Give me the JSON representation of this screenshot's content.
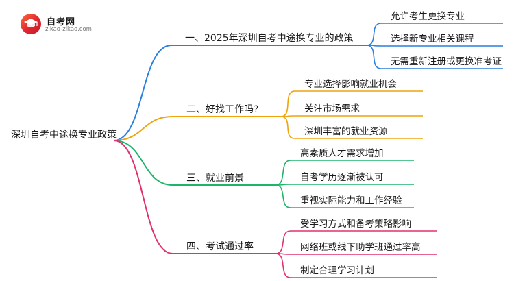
{
  "logo": {
    "name": "自考网",
    "url": "zikao-zikao.com"
  },
  "mindmap": {
    "root": "深圳自考中途换专业政策",
    "branches": [
      {
        "label": "一、2025年深圳自考中途换专业的政策",
        "color": "#2a7fdf",
        "leaves": [
          "允许考生更换专业",
          "选择新专业相关课程",
          "无需重新注册或更换准考证"
        ]
      },
      {
        "label": "二、好找工作吗?",
        "color": "#f0a30a",
        "leaves": [
          "专业选择影响就业机会",
          "关注市场需求",
          "深圳丰富的就业资源"
        ]
      },
      {
        "label": "三、就业前景",
        "color": "#1fb36b",
        "leaves": [
          "高素质人才需求增加",
          "自考学历逐渐被认可",
          "重视实际能力和工作经验"
        ]
      },
      {
        "label": "四、考试通过率",
        "color": "#e0326d",
        "leaves": [
          "受学习方式和备考策略影响",
          "网络班或线下助学班通过率高",
          "制定合理学习计划"
        ]
      }
    ]
  }
}
